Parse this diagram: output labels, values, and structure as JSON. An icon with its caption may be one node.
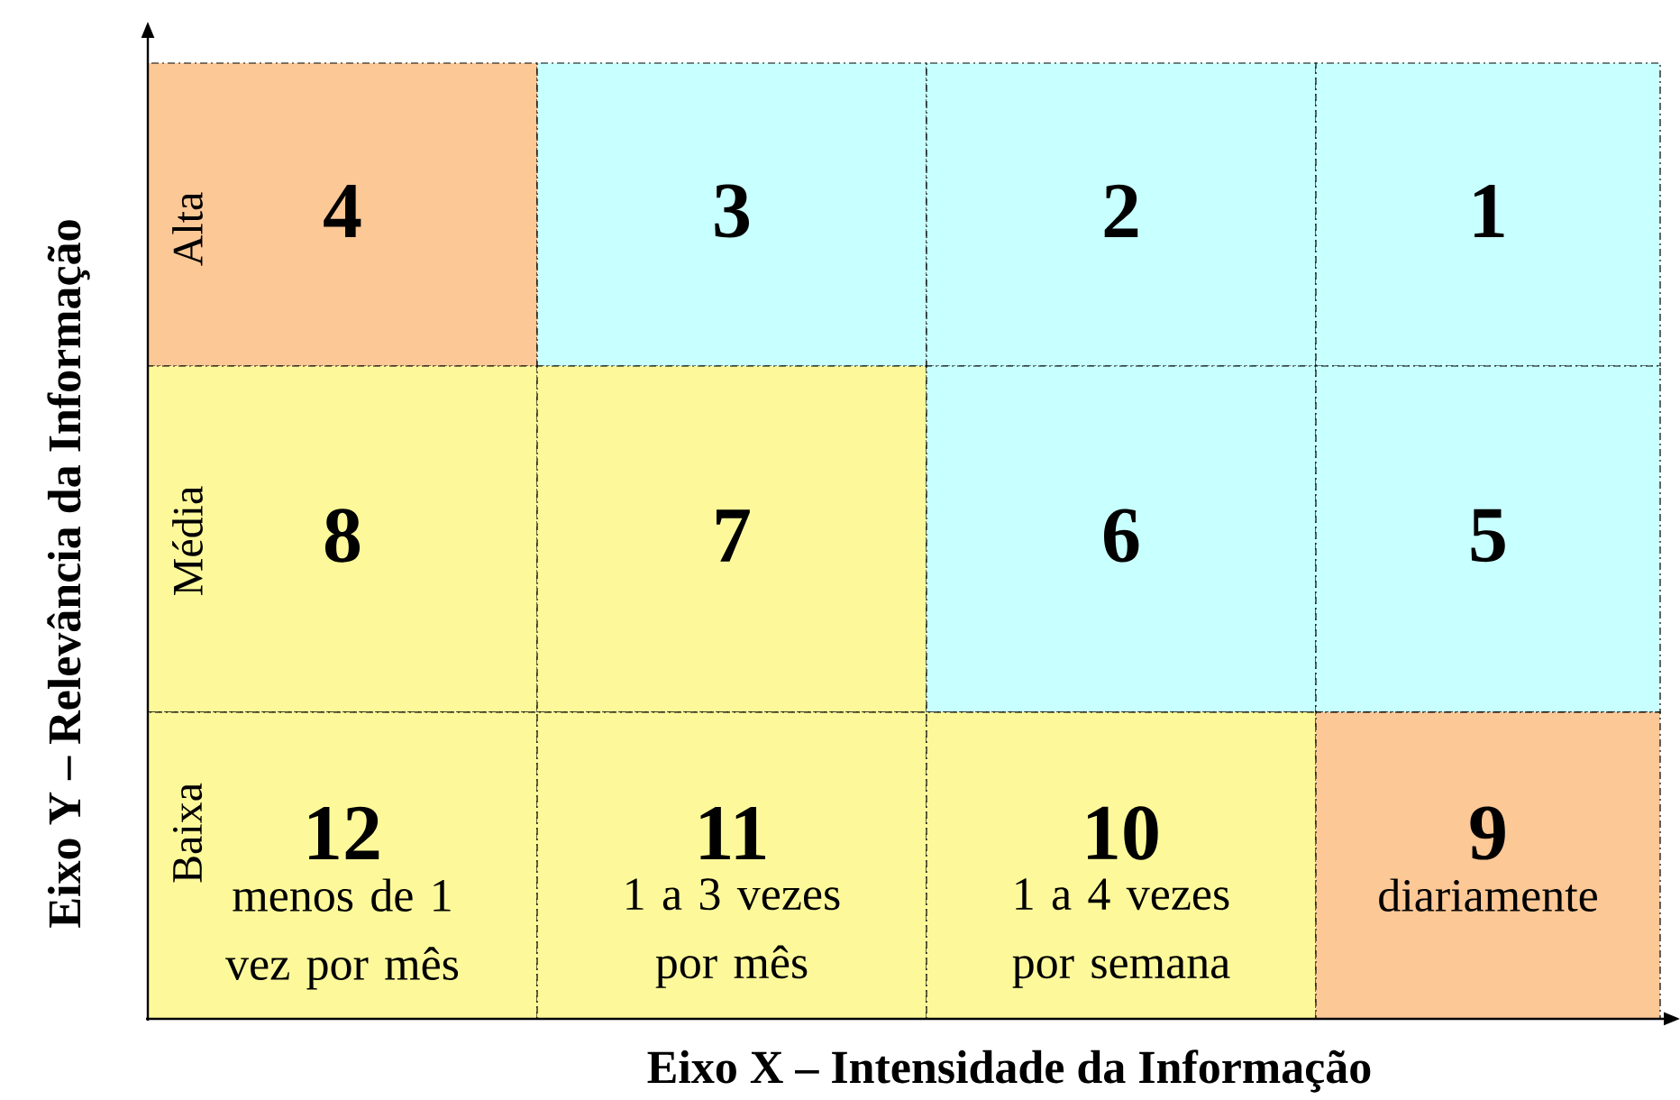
{
  "diagram": {
    "nodes": [
      {
        "text": [
          "4"
        ]
      },
      {
        "text": [
          "3"
        ]
      },
      {
        "text": [
          "2"
        ]
      },
      {
        "text": [
          "1"
        ]
      },
      {
        "text": [
          "8"
        ]
      },
      {
        "text": [
          "7"
        ]
      },
      {
        "text": [
          "6"
        ]
      },
      {
        "text": [
          "5"
        ]
      },
      {
        "text": [
          "12",
          "menos de 1 vez por mês"
        ]
      },
      {
        "text": [
          "11",
          "1 a 3 vezes por mês"
        ]
      },
      {
        "text": [
          "10",
          "1 a 4 vezes por semana"
        ]
      },
      {
        "text": [
          "9",
          "diariamente"
        ]
      }
    ],
    "edges": [],
    "labels": [
      "Eixo Y – Relevância da Informação",
      "Alta",
      "Média",
      "Baixa",
      "Eixo X – Intensidade da Informação"
    ]
  }
}
